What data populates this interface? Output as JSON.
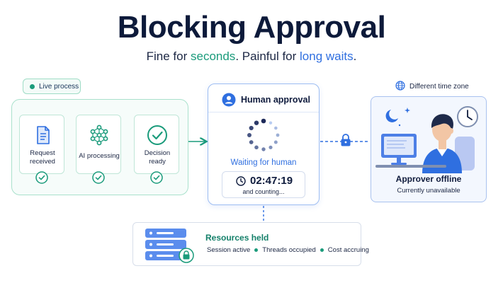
{
  "title": "Blocking Approval",
  "subtitle": {
    "part1": "Fine for ",
    "highlight1": "seconds",
    "part2": ". Painful for ",
    "highlight2": "long waits",
    "part3": "."
  },
  "live_process": {
    "label": "Live process",
    "steps": [
      {
        "label_line1": "Request",
        "label_line2": "received",
        "icon": "document-icon"
      },
      {
        "label_line1": "AI processing",
        "label_line2": "",
        "icon": "neural-network-icon"
      },
      {
        "label_line1": "Decision",
        "label_line2": "ready",
        "icon": "check-circle-icon"
      }
    ]
  },
  "approval": {
    "title": "Human approval",
    "status": "Waiting for human",
    "timer": "02:47:19",
    "timer_sub": "and counting..."
  },
  "approver": {
    "timezone": "Different time zone",
    "title": "Approver offline",
    "subtitle": "Currently unavailable"
  },
  "resources": {
    "title": "Resources held",
    "items": [
      "Session active",
      "Threads occupied",
      "Cost accruing"
    ]
  },
  "colors": {
    "green": "#1a9b7b",
    "blue": "#2f6fe0",
    "navy": "#0d1a3a"
  }
}
